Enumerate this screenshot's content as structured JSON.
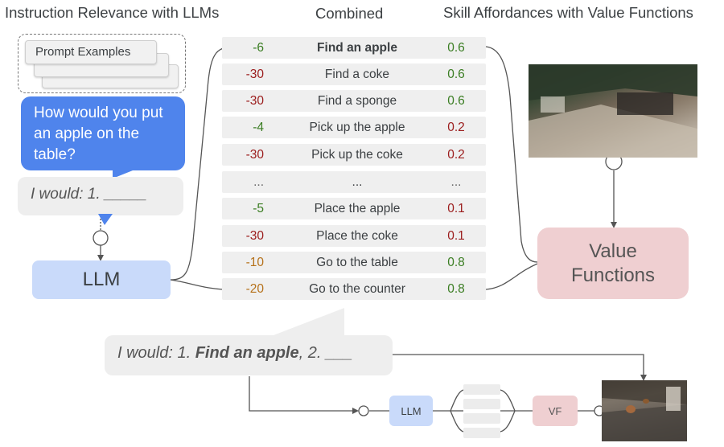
{
  "titles": {
    "left": "Instruction Relevance with LLMs",
    "center": "Combined",
    "right": "Skill Affordances with Value Functions"
  },
  "prompt_examples": "Prompt Examples",
  "question": "How would you put an apple on the table?",
  "response_prefix": "I would: 1. _____",
  "llm_label": "LLM",
  "value_functions_label": "Value Functions",
  "rows": [
    {
      "score": "-6",
      "skill": "Find an apple",
      "aff": "0.6",
      "score_color": "#3a7d22",
      "aff_color": "#3a7d22",
      "bold": true
    },
    {
      "score": "-30",
      "skill": "Find a coke",
      "aff": "0.6",
      "score_color": "#9b1c1c",
      "aff_color": "#3a7d22"
    },
    {
      "score": "-30",
      "skill": "Find a sponge",
      "aff": "0.6",
      "score_color": "#9b1c1c",
      "aff_color": "#3a7d22"
    },
    {
      "score": "-4",
      "skill": "Pick up the apple",
      "aff": "0.2",
      "score_color": "#3a7d22",
      "aff_color": "#9b1c1c"
    },
    {
      "score": "-30",
      "skill": "Pick up the coke",
      "aff": "0.2",
      "score_color": "#9b1c1c",
      "aff_color": "#9b1c1c"
    },
    {
      "score": "...",
      "skill": "...",
      "aff": "...",
      "score_color": "#666666",
      "aff_color": "#666666"
    },
    {
      "score": "-5",
      "skill": "Place the apple",
      "aff": "0.1",
      "score_color": "#3a7d22",
      "aff_color": "#9b1c1c"
    },
    {
      "score": "-30",
      "skill": "Place the coke",
      "aff": "0.1",
      "score_color": "#9b1c1c",
      "aff_color": "#9b1c1c"
    },
    {
      "score": "-10",
      "skill": "Go to the table",
      "aff": "0.8",
      "score_color": "#b5711a",
      "aff_color": "#3a7d22"
    },
    {
      "score": "-20",
      "skill": "Go to the counter",
      "aff": "0.8",
      "score_color": "#b5711a",
      "aff_color": "#3a7d22"
    }
  ],
  "bottom": {
    "prefix": "I would: 1. ",
    "bold": "Find an apple",
    "suffix": ", 2. ___",
    "llm": "LLM",
    "vf": "VF"
  }
}
